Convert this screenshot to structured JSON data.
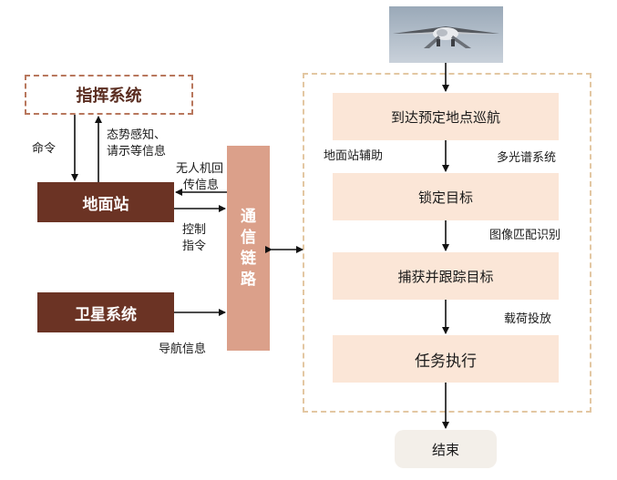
{
  "command": {
    "label": "指挥系统"
  },
  "ground": {
    "label": "地面站"
  },
  "satellite": {
    "label": "卫星系统"
  },
  "comm_link": {
    "chars": [
      "通",
      "信",
      "链",
      "路"
    ]
  },
  "edges": {
    "order": "命令",
    "situation_line1": "态势感知、",
    "situation_line2": "请示等信息",
    "uav_line1": "无人机回",
    "uav_line2": "传信息",
    "control_line1": "控制",
    "control_line2": "指令",
    "navigation": "导航信息"
  },
  "mission": {
    "steps": [
      "到达预定地点巡航",
      "锁定目标",
      "捕获并跟踪目标",
      "任务执行"
    ],
    "annotations": {
      "ground_assist": "地面站辅助",
      "multispectral": "多光谱系统",
      "image_match": "图像匹配识别",
      "payload": "载荷投放"
    },
    "end": "结束"
  },
  "drone_image": {
    "icon": "uav-drone-icon"
  }
}
